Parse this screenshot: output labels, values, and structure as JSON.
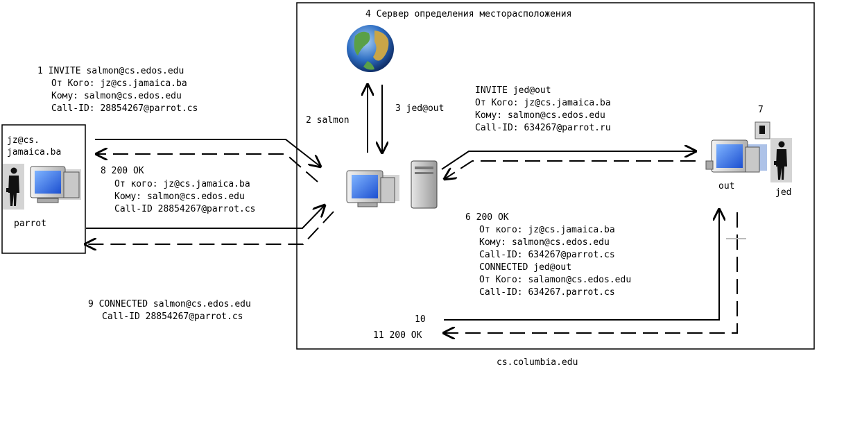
{
  "domain": {
    "label": "cs.columbia.edu"
  },
  "location_server": {
    "label": "4 Сервер определения месторасположения"
  },
  "msg1": {
    "line1": "1 INVITE salmon@cs.edos.edu",
    "line2": "От Кого: jz@cs.jamaica.ba",
    "line3": "Кому: salmon@cs.edos.edu",
    "line4": "Call-ID: 28854267@parrot.cs"
  },
  "parrot": {
    "addr1": "jz@cs.",
    "addr2": "jamaica.ba",
    "name": "parrot"
  },
  "step2": "2 salmon",
  "step3": "3 jed@out",
  "msg_invite_out": {
    "line1": "INVITE jed@out",
    "line2": "От Кого: jz@cs.jamaica.ba",
    "line3": "Кому: salmon@cs.edos.edu",
    "line4": "Call-ID: 634267@parrot.ru"
  },
  "step7": "7",
  "out_label": "out",
  "jed_label": "jed",
  "msg8": {
    "line1": "8 200 OK",
    "line2": "От кого: jz@cs.jamaica.ba",
    "line3": "Кому: salmon@cs.edos.edu",
    "line4": "Call-ID 28854267@parrot.cs"
  },
  "msg6": {
    "line1": "6 200 OK",
    "line2": "От кого: jz@cs.jamaica.ba",
    "line3": "Кому: salmon@cs.edos.edu",
    "line4": "Call-ID: 634267@parrot.cs",
    "line5": "CONNECTED jed@out",
    "line6": "От Кого: salamon@cs.edos.edu",
    "line7": "Call-ID: 634267.parrot.cs"
  },
  "msg9": {
    "line1": "9 CONNECTED salmon@cs.edos.edu",
    "line2": "Call-ID 28854267@parrot.cs"
  },
  "step10": "10",
  "step11": "11 200 OK"
}
